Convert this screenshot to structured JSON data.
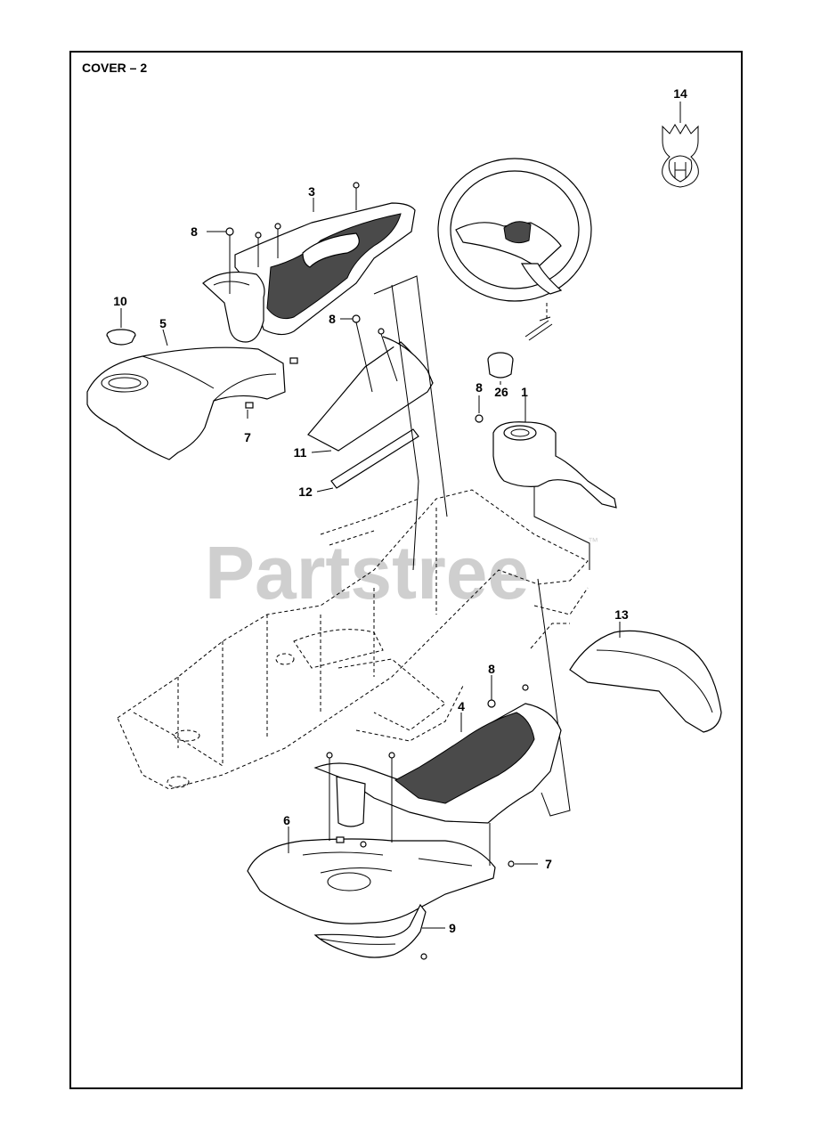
{
  "diagram": {
    "title": "COVER – 2",
    "watermark": "Partstree",
    "trademark": "™",
    "callouts": {
      "c1": "1",
      "c3": "3",
      "c4": "4",
      "c5": "5",
      "c6": "6",
      "c7a": "7",
      "c7b": "7",
      "c8a": "8",
      "c8b": "8",
      "c8c": "8",
      "c8d": "8",
      "c9": "9",
      "c10": "10",
      "c11": "11",
      "c12": "12",
      "c13": "13",
      "c14": "14",
      "c26": "26"
    }
  }
}
